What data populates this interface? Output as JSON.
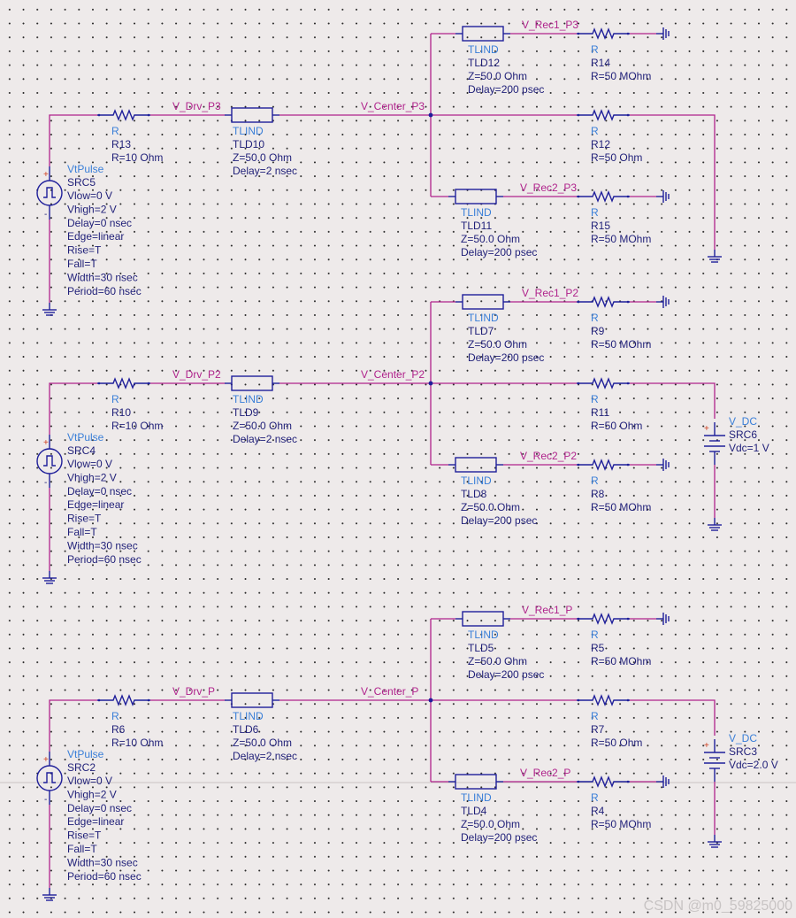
{
  "watermark": "CSDN @m0_59825000",
  "blocks": [
    {
      "id": "p3",
      "drv_net": "V_Drv_P3",
      "center_net": "V_Center_P3",
      "src": {
        "type": "VtPulse",
        "name": "SRC5",
        "params": [
          "Vlow=0 V",
          "Vhigh=2 V",
          "Delay=0 nsec",
          "Edge=linear",
          "Rise=T",
          "Fall=T",
          "Width=30 nsec",
          "Period=60 nsec"
        ]
      },
      "rdrv": {
        "type": "R",
        "name": "R13",
        "value": "R=10 Ohm"
      },
      "tldrv": {
        "type": "TLIND",
        "name": "TLD10",
        "params": [
          "Z=50.0 Ohm",
          "Delay=2 nsec"
        ]
      },
      "rec1": {
        "net": "V_Rec1_P3",
        "tl": {
          "type": "TLIND",
          "name": "TLD12",
          "params": [
            "Z=50.0 Ohm",
            "Delay=200 psec"
          ]
        },
        "r": {
          "type": "R",
          "name": "R14",
          "value": "R=50 MOhm"
        }
      },
      "mid": {
        "r": {
          "type": "R",
          "name": "R12",
          "value": "R=50 Ohm"
        }
      },
      "rec2": {
        "net": "V_Rec2_P3",
        "tl": {
          "type": "TLIND",
          "name": "TLD11",
          "params": [
            "Z=50.0 Ohm",
            "Delay=200 psec"
          ]
        },
        "r": {
          "type": "R",
          "name": "R15",
          "value": "R=50 MOhm"
        }
      },
      "dc": null
    },
    {
      "id": "p2",
      "drv_net": "V_Drv_P2",
      "center_net": "V_Center_P2",
      "src": {
        "type": "VtPulse",
        "name": "SRC4",
        "params": [
          "Vlow=0 V",
          "Vhigh=2 V",
          "Delay=0 nsec",
          "Edge=linear",
          "Rise=T",
          "Fall=T",
          "Width=30 nsec",
          "Period=60 nsec"
        ]
      },
      "rdrv": {
        "type": "R",
        "name": "R10",
        "value": "R=10 Ohm"
      },
      "tldrv": {
        "type": "TLIND",
        "name": "TLD9",
        "params": [
          "Z=50.0 Ohm",
          "Delay=2 nsec"
        ]
      },
      "rec1": {
        "net": "V_Rec1_P2",
        "tl": {
          "type": "TLIND",
          "name": "TLD7",
          "params": [
            "Z=50.0 Ohm",
            "Delay=200 psec"
          ]
        },
        "r": {
          "type": "R",
          "name": "R9",
          "value": "R=50 MOhm"
        }
      },
      "mid": {
        "r": {
          "type": "R",
          "name": "R11",
          "value": "R=50 Ohm"
        }
      },
      "rec2": {
        "net": "V_Rec2_P2",
        "tl": {
          "type": "TLIND",
          "name": "TLD8",
          "params": [
            "Z=50.0 Ohm",
            "Delay=200 psec"
          ]
        },
        "r": {
          "type": "R",
          "name": "R8",
          "value": "R=50 MOhm"
        }
      },
      "dc": {
        "type": "V_DC",
        "name": "SRC6",
        "value": "Vdc=1 V"
      }
    },
    {
      "id": "p1",
      "drv_net": "V_Drv_P",
      "center_net": "V_Center_P",
      "src": {
        "type": "VtPulse",
        "name": "SRC2",
        "params": [
          "Vlow=0 V",
          "Vhigh=2 V",
          "Delay=0 nsec",
          "Edge=linear",
          "Rise=T",
          "Fall=T",
          "Width=30 nsec",
          "Period=60 nsec"
        ]
      },
      "rdrv": {
        "type": "R",
        "name": "R6",
        "value": "R=10 Ohm"
      },
      "tldrv": {
        "type": "TLIND",
        "name": "TLD6",
        "params": [
          "Z=50.0 Ohm",
          "Delay=2 nsec"
        ]
      },
      "rec1": {
        "net": "V_Rec1_P",
        "tl": {
          "type": "TLIND",
          "name": "TLD5",
          "params": [
            "Z=50.0 Ohm",
            "Delay=200 psec"
          ]
        },
        "r": {
          "type": "R",
          "name": "R5",
          "value": "R=50 MOhm"
        }
      },
      "mid": {
        "r": {
          "type": "R",
          "name": "R7",
          "value": "R=50 Ohm"
        }
      },
      "rec2": {
        "net": "V_Rec2_P",
        "tl": {
          "type": "TLIND",
          "name": "TLD4",
          "params": [
            "Z=50.0 Ohm",
            "Delay=200 psec"
          ]
        },
        "r": {
          "type": "R",
          "name": "R4",
          "value": "R=50 MOhm"
        }
      },
      "dc": {
        "type": "V_DC",
        "name": "SRC3",
        "value": "Vdc=2.0 V"
      }
    }
  ]
}
